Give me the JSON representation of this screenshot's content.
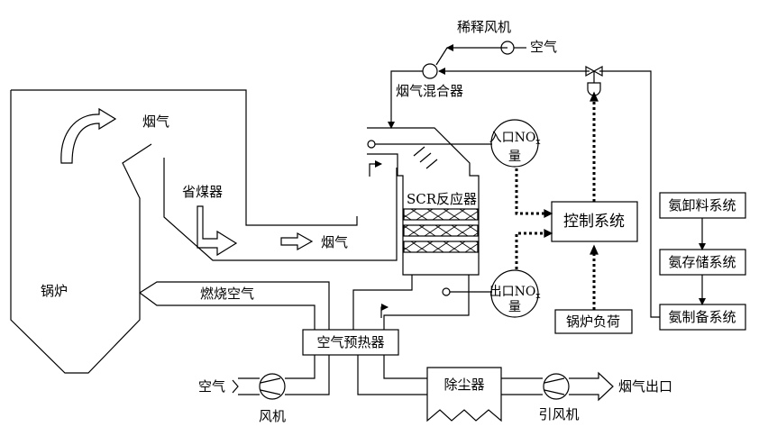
{
  "labels": {
    "dilution_fan": "稀释风机",
    "air_top": "空气",
    "flue_gas_mixer": "烟气混合器",
    "flue_gas_boiler": "烟气",
    "economizer": "省煤器",
    "flue_gas_mid": "烟气",
    "scr_reactor": "SCR反应器",
    "inlet_nox": "入口NO",
    "inlet_nox_sub": "x",
    "inlet_nox_qty": "量",
    "outlet_nox": "出口NO",
    "outlet_nox_sub": "x",
    "outlet_nox_qty": "量",
    "control_system": "控制系统",
    "boiler_load": "锅炉负荷",
    "ammonia_unload": "氨卸料系统",
    "ammonia_storage": "氨存储系统",
    "ammonia_prep": "氨制备系统",
    "boiler": "锅炉",
    "combustion_air": "燃烧空气",
    "air_preheater": "空气预热器",
    "air_bottom": "空气",
    "fan": "风机",
    "dust_collector": "除尘器",
    "induced_fan": "引风机",
    "flue_gas_outlet": "烟气出口"
  },
  "colors": {
    "line": "#000000",
    "background": "#ffffff"
  }
}
